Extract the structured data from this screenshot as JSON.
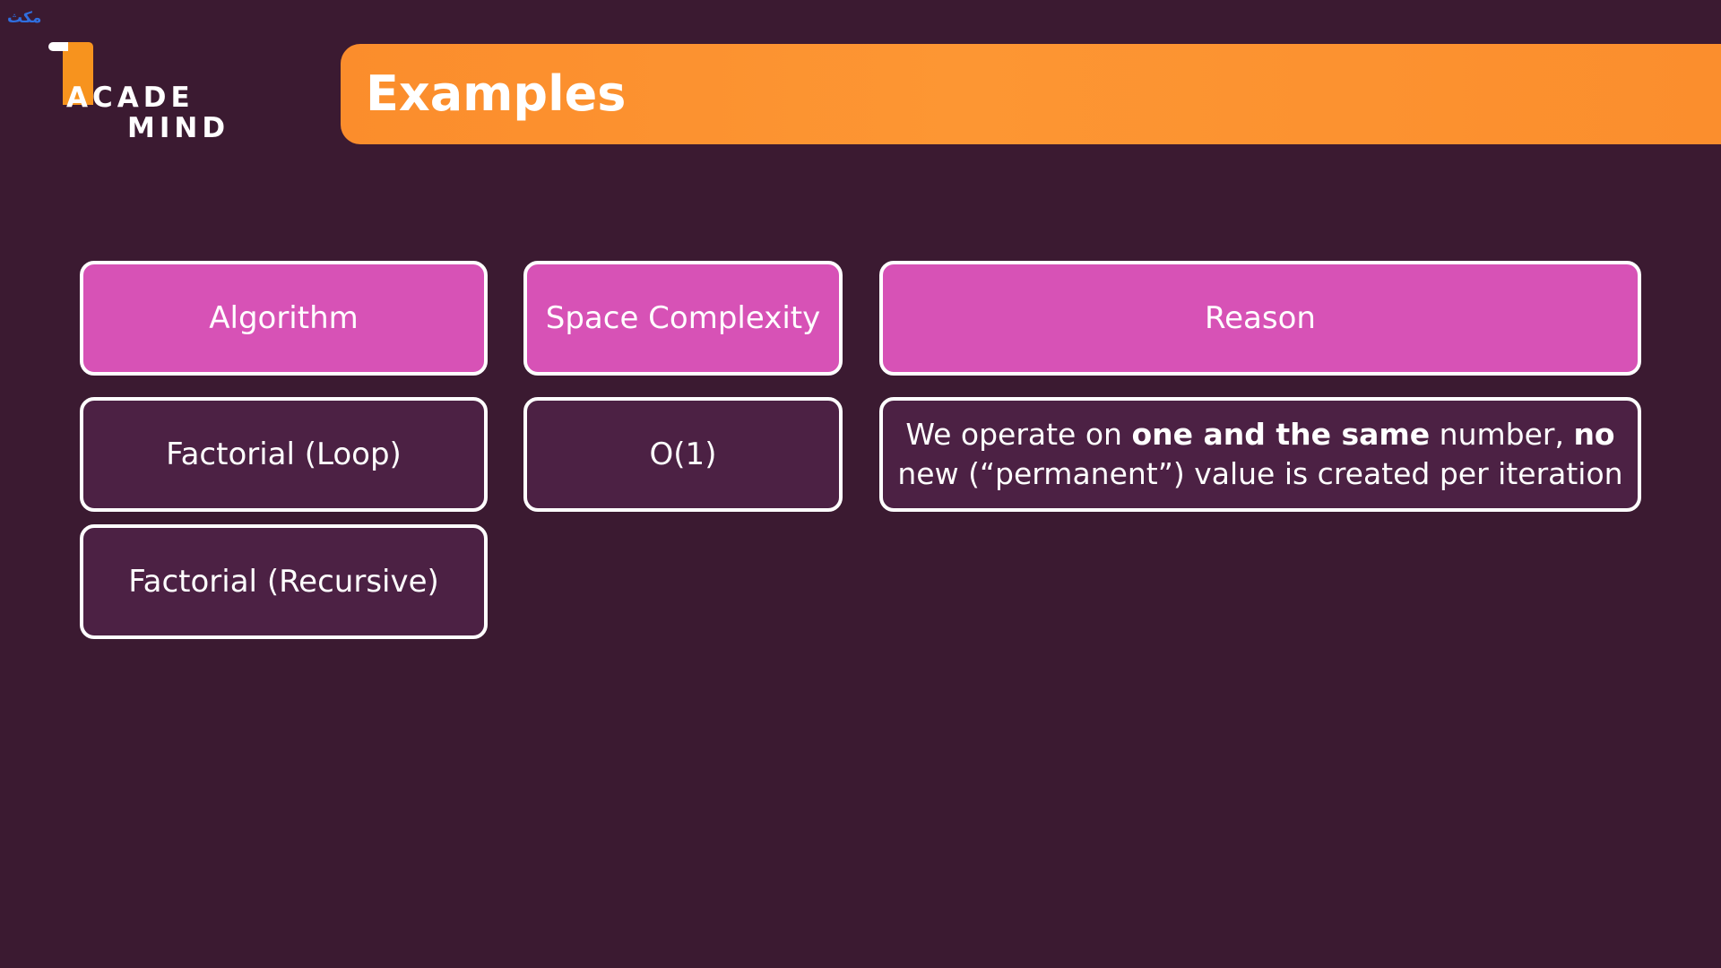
{
  "corner_tag": "مكث",
  "logo": {
    "line1": "ACADE",
    "line2": "MIND"
  },
  "title": "Examples",
  "table": {
    "headers": [
      "Algorithm",
      "Space Complexity",
      "Reason"
    ],
    "rows": [
      {
        "algorithm": "Factorial (Loop)",
        "space_complexity": "O(1)",
        "reason": {
          "part1": "We operate on ",
          "bold1": "one and the same",
          "part2": " number, ",
          "bold2": "no",
          "part3": " new (“permanent”) value is created per iteration"
        }
      },
      {
        "algorithm": "Factorial (Recursive)"
      }
    ]
  },
  "colors": {
    "background": "#3b1a31",
    "accent_orange": "#fb8d2c",
    "header_pink": "#d752b6",
    "cell_purple": "#4c2144",
    "border": "#ffffff"
  }
}
